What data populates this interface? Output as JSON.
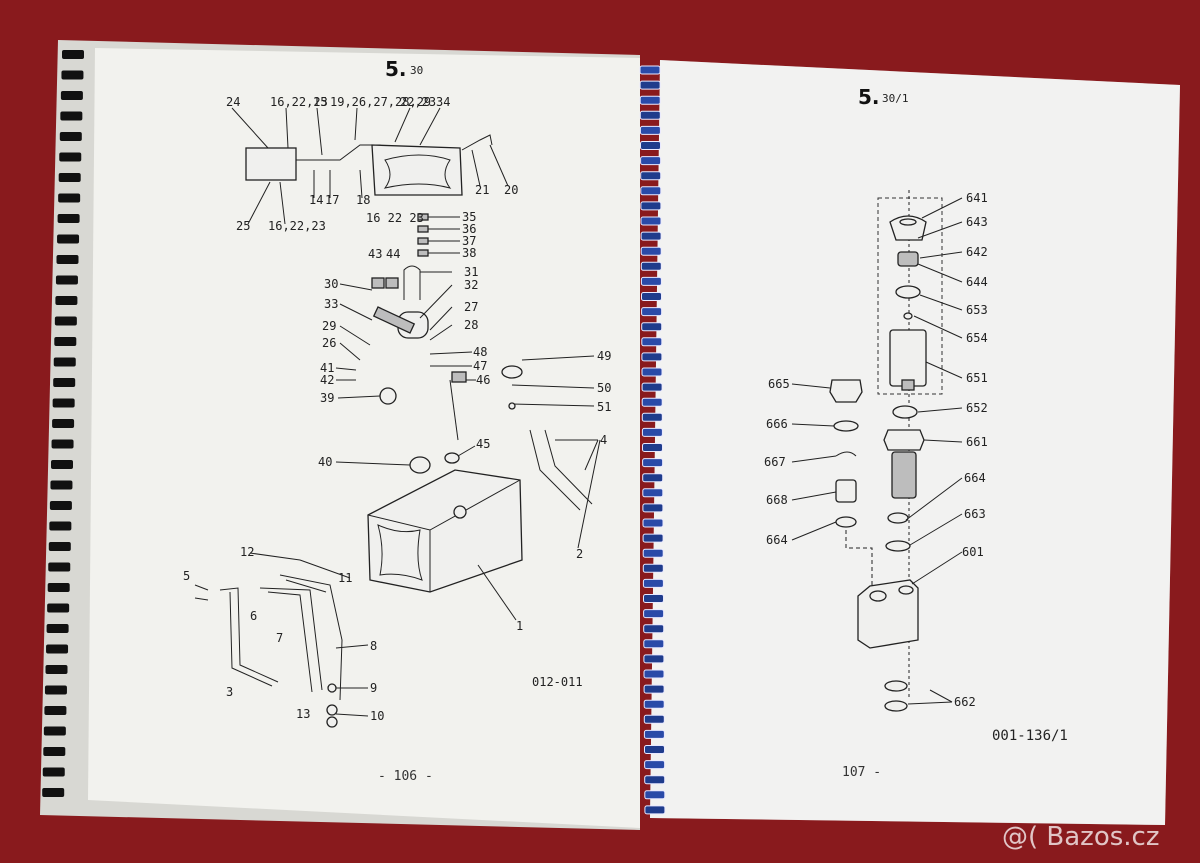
{
  "left_page": {
    "section": "5.",
    "subsection": "30",
    "drawing_code": "012-011",
    "page_number": "- 106 -",
    "callouts": [
      "24",
      "16,22,23",
      "15",
      "19,26,27,28,29",
      "22,23",
      "34",
      "25",
      "16,22,23",
      "14",
      "17",
      "18",
      "16 22 23",
      "21",
      "20",
      "35",
      "36",
      "37",
      "38",
      "43",
      "44",
      "31",
      "30",
      "32",
      "33",
      "27",
      "29",
      "28",
      "26",
      "41",
      "42",
      "39",
      "48",
      "47",
      "46",
      "49",
      "50",
      "51",
      "45",
      "4",
      "40",
      "2",
      "12",
      "11",
      "5",
      "6",
      "7",
      "8",
      "9",
      "10",
      "3",
      "13",
      "1"
    ]
  },
  "right_page": {
    "section": "5.",
    "subsection": "30/1",
    "drawing_code": "001-136/1",
    "page_number": "107 -",
    "callouts": [
      "641",
      "643",
      "642",
      "644",
      "653",
      "654",
      "651",
      "665",
      "652",
      "666",
      "661",
      "667",
      "664",
      "668",
      "663",
      "664",
      "601",
      "662"
    ]
  },
  "watermark": "@( Bazos.cz"
}
